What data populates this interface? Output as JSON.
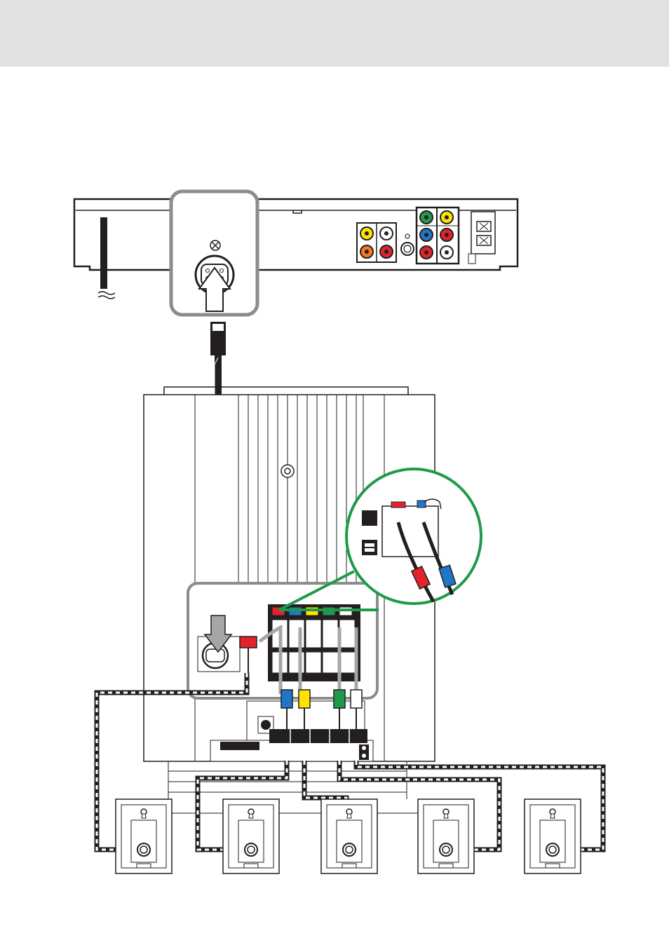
{
  "colors": {
    "header_bg": "#e1e1e1",
    "outline": "#231f20",
    "highlight_frame": "#8c8c8c",
    "zoom_circle": "#1f9a4a",
    "jack_red": "#e3232c",
    "jack_blue": "#1f77c7",
    "jack_yellow": "#ffe200",
    "jack_green": "#1f9a4a",
    "jack_orange": "#f27a21",
    "jack_white": "#ffffff",
    "cable_grey": "#a6a6a6"
  },
  "icons": {
    "connector_mark": "x-circle-icon",
    "arrow": "arrow-up-icon",
    "speaker_mount": "keyhole-icon"
  },
  "speakers": [
    {
      "name": "speaker-1"
    },
    {
      "name": "speaker-2"
    },
    {
      "name": "speaker-3"
    },
    {
      "name": "speaker-4"
    },
    {
      "name": "speaker-5"
    }
  ]
}
